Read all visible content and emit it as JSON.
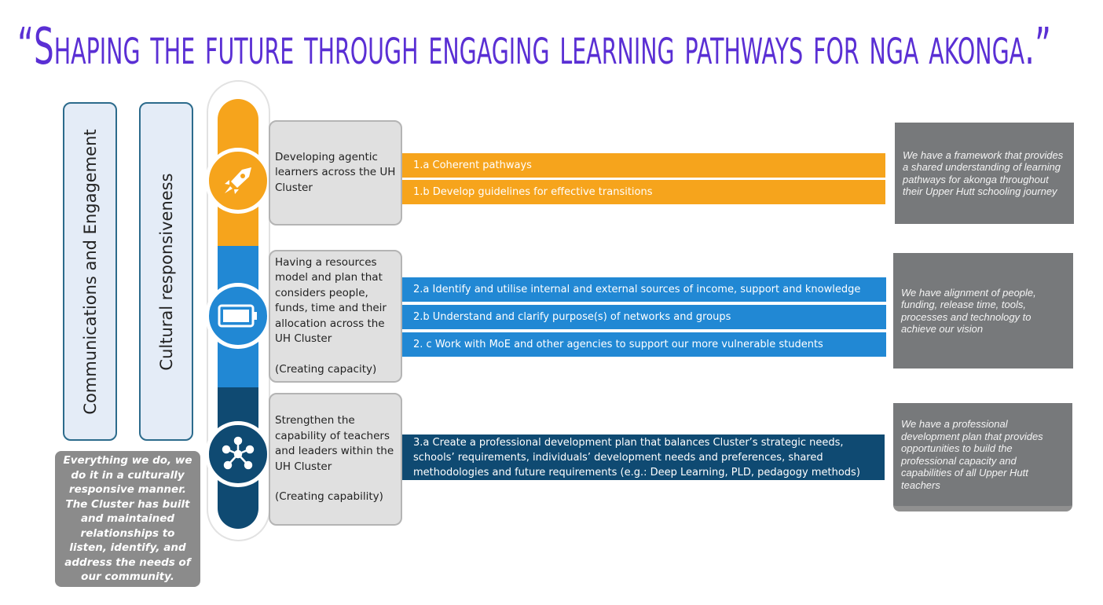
{
  "title": "“Shaping the future through engaging learning pathways for nga akonga.”",
  "side_labels": {
    "communications": "Communications and Engagement",
    "cultural": "Cultural responsiveness"
  },
  "cultural_note": "Everything we do, we do it in a culturally responsive manner. The Cluster has built and maintained relationships to listen, identify, and address the needs of our community.",
  "goals": [
    {
      "icon": "rocket-icon",
      "color": "#f6a41c",
      "text": "Developing agentic learners across the UH Cluster",
      "subtitle": "",
      "actions": [
        "1.a Coherent pathways",
        "1.b Develop guidelines for effective transitions"
      ],
      "outcome": "We have a framework that provides a shared understanding of learning pathways for akonga throughout their Upper Hutt schooling journey"
    },
    {
      "icon": "battery-icon",
      "color": "#2188d4",
      "text": "Having a resources model and plan that considers people, funds, time and their allocation across the UH Cluster",
      "subtitle": "(Creating capacity)",
      "actions": [
        "2.a Identify and utilise internal and external sources of income, support and knowledge",
        "2.b Understand and clarify purpose(s) of networks and groups",
        "2. c Work with MoE and other agencies to support our more vulnerable students"
      ],
      "outcome": "We have alignment of people, funding, release time, tools, processes and technology to achieve our vision"
    },
    {
      "icon": "network-icon",
      "color": "#0f4a72",
      "text": "Strengthen the capability of teachers and leaders within the UH Cluster",
      "subtitle": "(Creating capability)",
      "actions": [
        "3.a Create a professional development plan that balances Cluster’s strategic needs, schools’ requirements, individuals’ development needs and preferences, shared methodologies and future requirements (e.g.: Deep Learning, PLD, pedagogy methods)"
      ],
      "outcome": "We have a professional development plan that provides opportunities to build the professional capacity and capabilities of all Upper Hutt teachers"
    }
  ]
}
